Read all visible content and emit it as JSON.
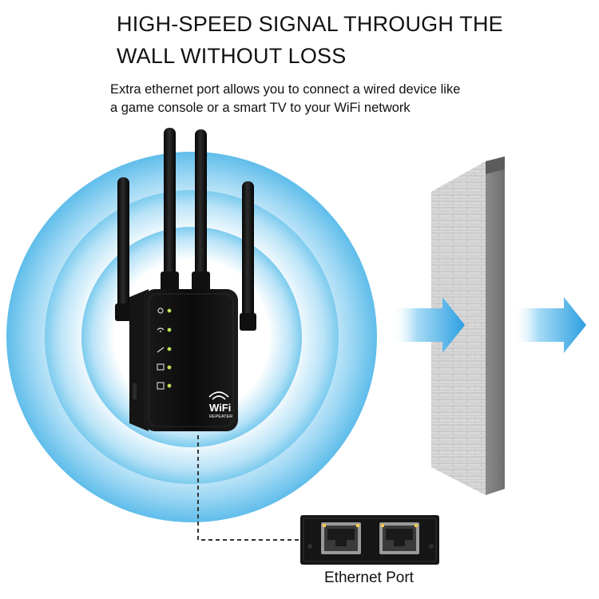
{
  "headline": {
    "line1": "HIGH-SPEED SIGNAL THROUGH THE",
    "line2": "WALL WITHOUT LOSS"
  },
  "subtext": {
    "line1": "Extra ethernet port allows you to connect a wired device like",
    "line2": "a game console or a smart TV to your WiFi network"
  },
  "device": {
    "badge_line1": "WiFi",
    "badge_line2": "REPEATER",
    "status_icons": [
      "power-icon",
      "wifi-icon",
      "lan-icon",
      "wps-icon",
      "signal-icon"
    ],
    "led_color": "#bfe15a"
  },
  "ports": {
    "label": "Ethernet Port"
  },
  "colors": {
    "signal_glow": "#a8dcf6",
    "arrow": "#2d9fe0"
  }
}
